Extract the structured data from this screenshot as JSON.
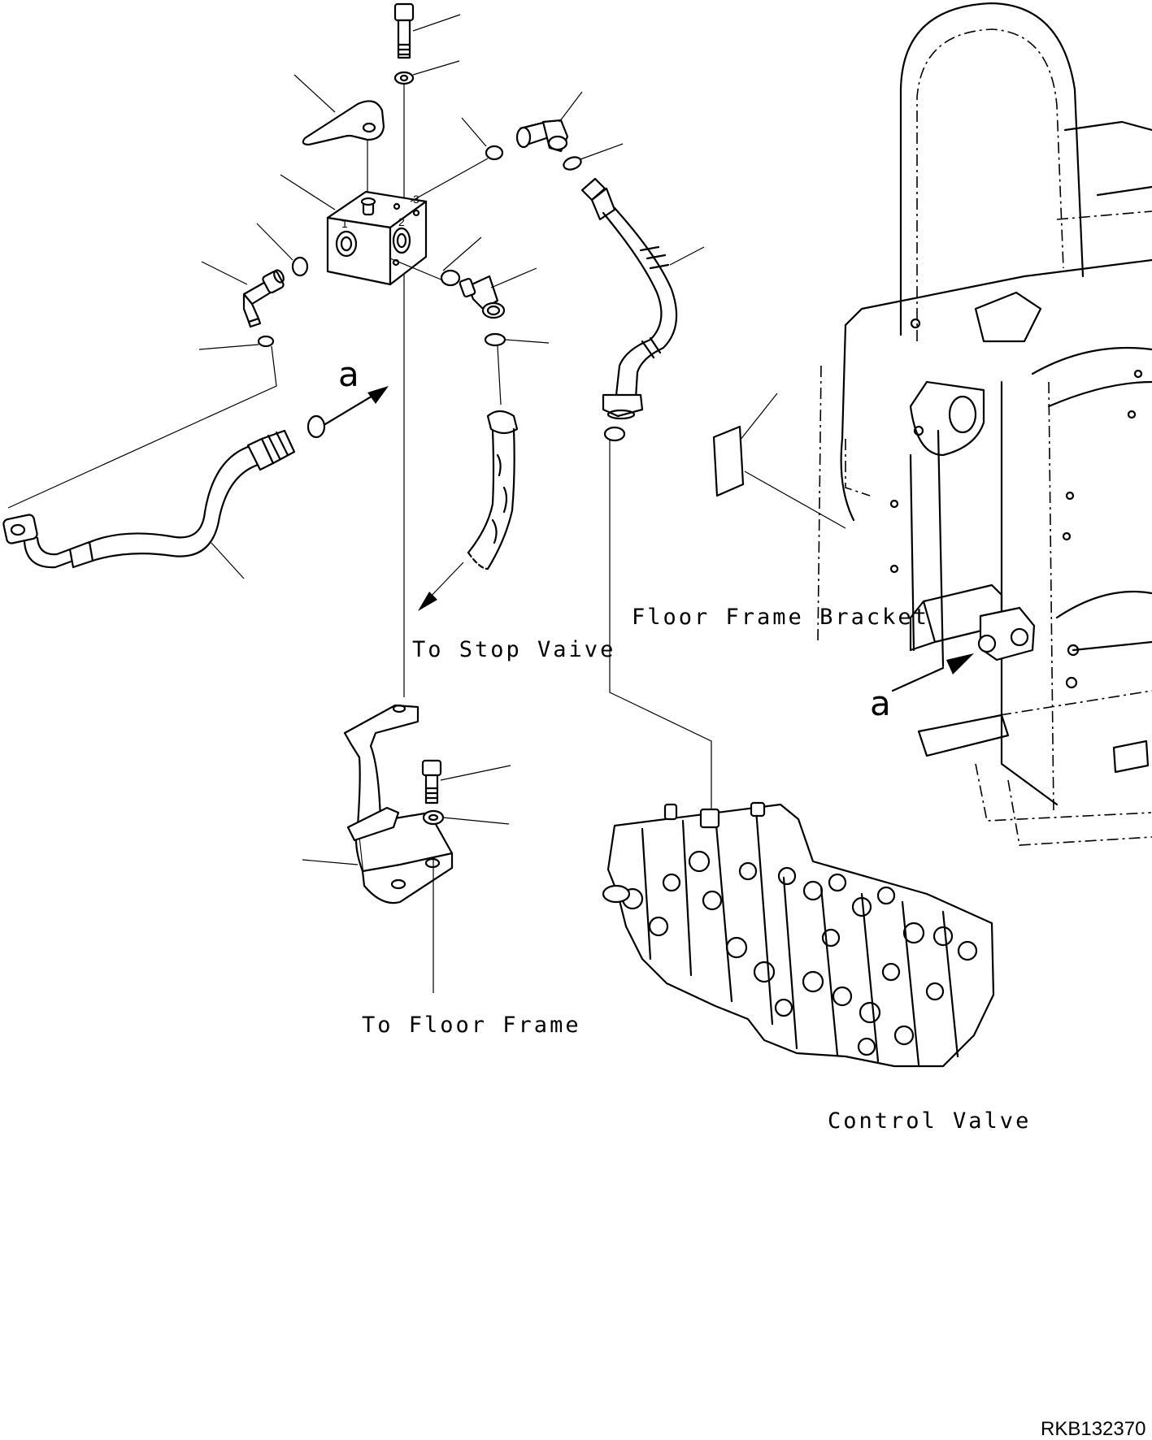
{
  "diagram": {
    "labels": {
      "floor_frame_bracket": "Floor Frame Bracket",
      "to_stop_valve": "To Stop Vaive",
      "to_floor_frame": "To Floor Frame",
      "control_valve": "Control Valve",
      "view_a_left": "a",
      "view_a_right": "a",
      "drawing_code": "RKB132370"
    },
    "colors": {
      "ink": "#000000",
      "paper": "#ffffff"
    },
    "icons": [
      "bolt-icon",
      "washer-icon",
      "o-ring-icon",
      "elbow-fitting-icon",
      "hose-icon",
      "valve-block-icon",
      "bracket-icon",
      "control-valve-icon",
      "arrow-icon"
    ]
  }
}
